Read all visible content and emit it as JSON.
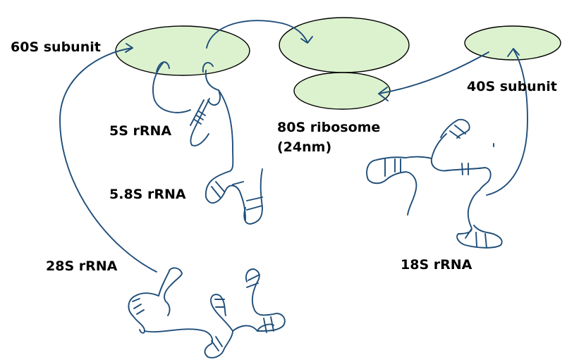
{
  "labels": {
    "subunit_60s": "60S subunit",
    "subunit_40s": "40S subunit",
    "ribosome_80s": "80S ribosome",
    "ribosome_80s_size": "(24nm)",
    "rrna_5s": "5S rRNA",
    "rrna_5_8s": "5.8S rRNA",
    "rrna_28s": "28S rRNA",
    "rrna_18s": "18S rRNA"
  },
  "colors": {
    "subunit_fill": "#dcf2cf",
    "subunit_outline": "#000000",
    "ink": "#1f4e79"
  }
}
